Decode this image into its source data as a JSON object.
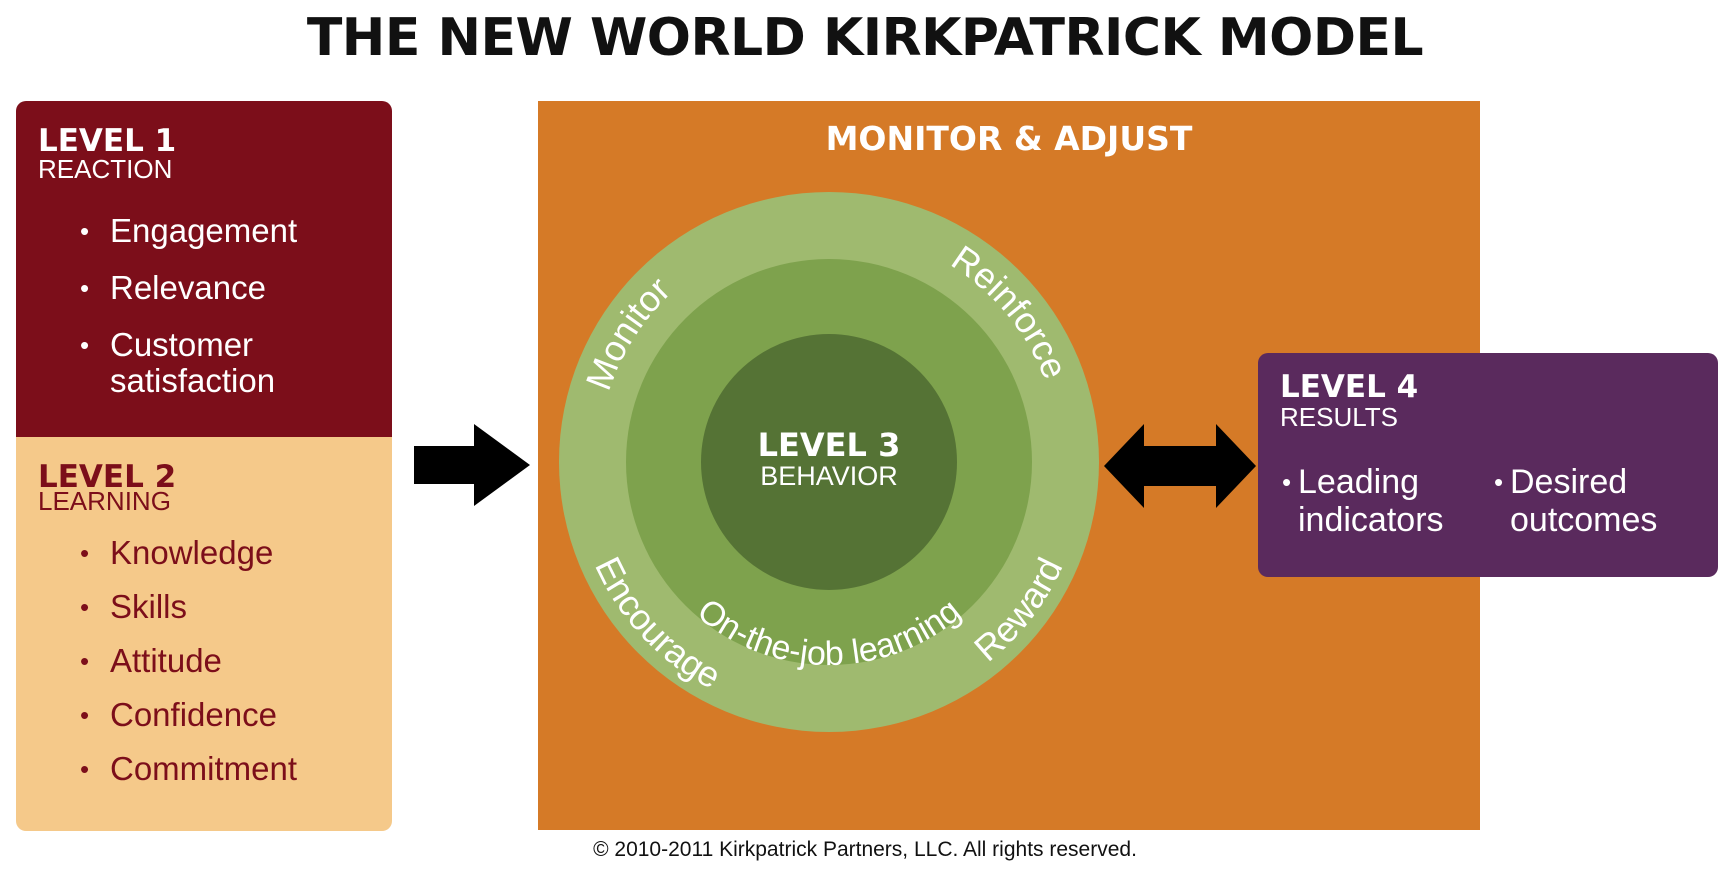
{
  "title": "THE NEW WORLD KIRKPATRICK MODEL",
  "level1": {
    "title": "LEVEL 1",
    "subtitle": "REACTION",
    "items": [
      "Engagement",
      "Relevance",
      "Customer",
      "satisfaction"
    ]
  },
  "level2": {
    "title": "LEVEL 2",
    "subtitle": "LEARNING",
    "items": [
      "Knowledge",
      "Skills",
      "Attitude",
      "Confidence",
      "Commitment"
    ]
  },
  "level3": {
    "panel_label": "MONITOR & ADJUST",
    "title": "LEVEL 3",
    "subtitle": "BEHAVIOR",
    "ring_labels": {
      "monitor": "Monitor",
      "reinforce": "Reinforce",
      "encourage": "Encourage",
      "reward": "Reward",
      "on_the_job": "On-the-job learning"
    }
  },
  "level4": {
    "title": "LEVEL 4",
    "subtitle": "RESULTS",
    "items": [
      {
        "line1": "Leading",
        "line2": "indicators"
      },
      {
        "line1": "Desired",
        "line2": "outcomes"
      }
    ]
  },
  "bullet_char": "•",
  "footer": "© 2010-2011 Kirkpatrick Partners, LLC. All rights reserved.",
  "colors": {
    "level1_bg": "#7c0e1a",
    "level2_bg": "#f5c98a",
    "orange_panel": "#d57a27",
    "outer_ring": "#9fba6f",
    "middle_ring": "#7ea24d",
    "inner_circle": "#557335",
    "level4_bg": "#5a2a5d"
  }
}
